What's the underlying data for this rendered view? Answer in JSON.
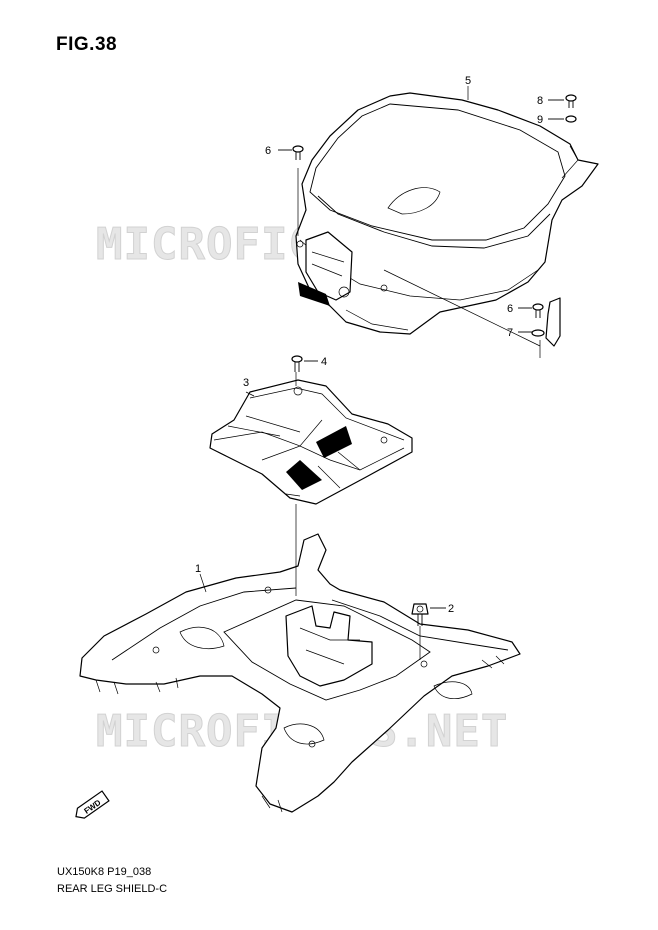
{
  "figure": {
    "title": "FIG.38"
  },
  "footer": {
    "model_code": "UX150K8 P19_038",
    "section_name": "REAR LEG SHIELD-C"
  },
  "watermark": {
    "text": "MICROFICHES.NET"
  },
  "fwd_badge": {
    "text": "FWD"
  },
  "callouts": {
    "c1": "1",
    "c2": "2",
    "c3": "3",
    "c4": "4",
    "c5": "5",
    "c6a": "6",
    "c6b": "6",
    "c7": "7",
    "c8": "8",
    "c9": "9"
  }
}
